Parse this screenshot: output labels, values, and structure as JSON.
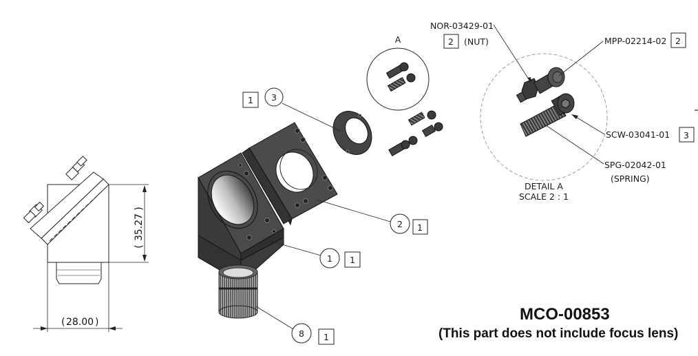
{
  "drawing": {
    "part_number": "MCO-00853",
    "note": "(This part does not include focus lens)",
    "side_view": {
      "height_dimension": "35.27",
      "width_dimension": "28.00"
    },
    "balloons": [
      {
        "item": "1",
        "qty": "1"
      },
      {
        "item": "2",
        "qty": "1"
      },
      {
        "item": "3",
        "qty": "1"
      },
      {
        "item": "8",
        "qty": "1"
      }
    ],
    "detail_marker": "A",
    "detail": {
      "title": "DETAIL A",
      "scale": "SCALE 2 : 1",
      "callouts": [
        {
          "part": "NOR-03429-01",
          "qty": "2",
          "desc": "(NUT)"
        },
        {
          "part": "MPP-02214-02",
          "qty": "2",
          "desc": ""
        },
        {
          "part": "SCW-03041-01",
          "qty": "3",
          "desc": ""
        },
        {
          "part": "SPG-02042-01",
          "qty": "",
          "desc": "(SPRING)"
        }
      ]
    }
  }
}
